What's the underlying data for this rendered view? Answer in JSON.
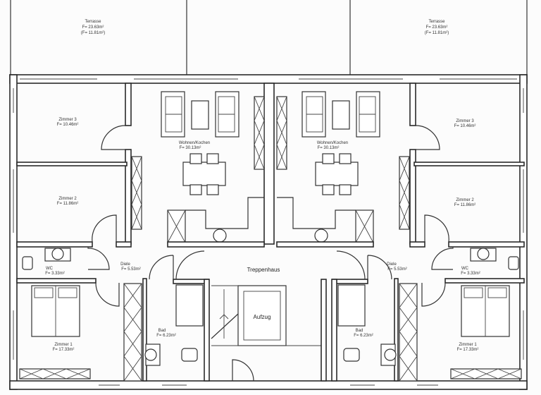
{
  "plan": {
    "terrace_left": {
      "name": "Terrasse",
      "area": "F= 23.63m²",
      "area_half": "(F= 11.81m²)"
    },
    "terrace_right": {
      "name": "Terrasse",
      "area": "F= 23.63m²",
      "area_half": "(F= 11.81m²)"
    },
    "left_unit": {
      "zimmer3": {
        "name": "Zimmer 3",
        "area": "F= 10.46m²"
      },
      "zimmer2": {
        "name": "Zimmer 2",
        "area": "F= 11.86m²"
      },
      "wohnen": {
        "name": "Wohnen/Kochen",
        "area": "F= 30.13m²"
      },
      "wc": {
        "name": "WC",
        "area": "F= 3.33m²"
      },
      "diele": {
        "name": "Diele",
        "area": "F= 5.53m²"
      },
      "bad": {
        "name": "Bad",
        "area": "F= 6.23m²"
      },
      "zimmer1": {
        "name": "Zimmer 1",
        "area": "F= 17.33m²"
      }
    },
    "right_unit": {
      "zimmer3": {
        "name": "Zimmer 3",
        "area": "F= 10.46m²"
      },
      "zimmer2": {
        "name": "Zimmer 2",
        "area": "F= 11.86m²"
      },
      "wohnen": {
        "name": "Wohnen/Kochen",
        "area": "F= 30.13m²"
      },
      "wc": {
        "name": "WC",
        "area": "F= 3.33m²"
      },
      "diele": {
        "name": "Diele",
        "area": "F= 5.53m²"
      },
      "bad": {
        "name": "Bad",
        "area": "F= 6.23m²"
      },
      "zimmer1": {
        "name": "Zimmer 1",
        "area": "F= 17.33m²"
      }
    },
    "treppenhaus": {
      "name": "Treppenhaus"
    },
    "aufzug": {
      "name": "Aufzug"
    }
  }
}
